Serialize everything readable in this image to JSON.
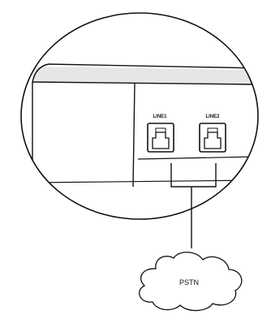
{
  "diagram": {
    "ports": [
      {
        "label": "LINE1"
      },
      {
        "label": "LINE2"
      }
    ],
    "network": {
      "label": "PSTN"
    }
  },
  "colors": {
    "stroke": "#111111",
    "device_shade": "#e6e6e6",
    "background": "#ffffff"
  }
}
